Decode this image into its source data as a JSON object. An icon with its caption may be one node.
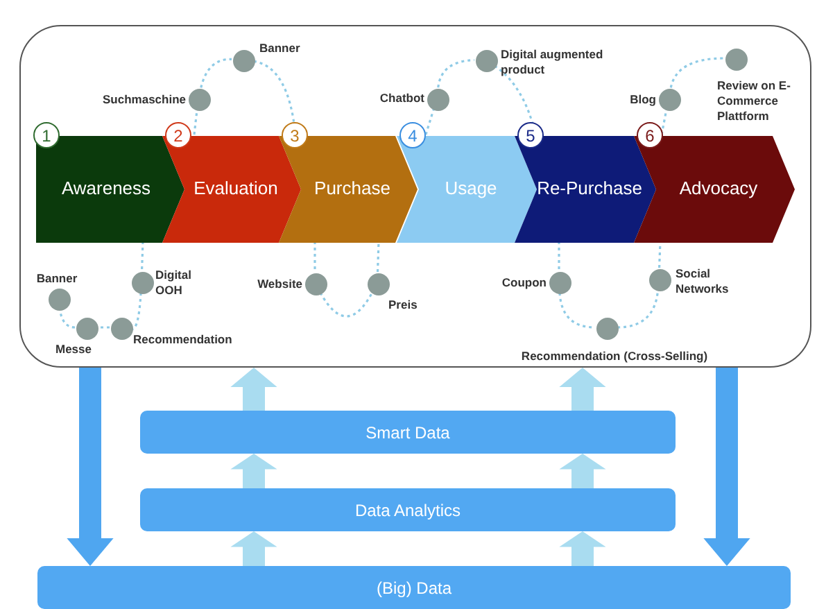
{
  "diagram": {
    "nodes": [
      {
        "text": [],
        "shape": "box"
      },
      {
        "text": [
          "Awareness"
        ],
        "beside": [
          "1"
        ],
        "in": 0
      },
      {
        "text": [
          "Evaluation"
        ],
        "beside": [
          "2"
        ],
        "in": 0
      },
      {
        "text": [
          "Purchase"
        ],
        "beside": [
          "3"
        ],
        "in": 0
      },
      {
        "text": [
          "Usage"
        ],
        "beside": [
          "4"
        ],
        "in": 0
      },
      {
        "text": [
          "Re-Purchase"
        ],
        "beside": [
          "5"
        ],
        "in": 0
      },
      {
        "text": [
          "Advocacy"
        ],
        "beside": [
          "6"
        ],
        "in": 0
      },
      {
        "text": [
          "Suchmaschine"
        ],
        "in": 0
      },
      {
        "text": [
          "Banner"
        ],
        "in": 0
      },
      {
        "text": [
          "Chatbot"
        ],
        "in": 0
      },
      {
        "text": [
          "Digital augmented product"
        ],
        "in": 0
      },
      {
        "text": [
          "Blog"
        ],
        "in": 0
      },
      {
        "text": [
          "Review on E-Commerce Plattform"
        ],
        "in": 0
      },
      {
        "text": [
          "Banner"
        ],
        "in": 0
      },
      {
        "text": [
          "Messe"
        ],
        "in": 0
      },
      {
        "text": [
          "Recommendation"
        ],
        "in": 0
      },
      {
        "text": [
          "Digital OOH"
        ],
        "in": 0
      },
      {
        "text": [
          "Website"
        ],
        "in": 0
      },
      {
        "text": [
          "Preis"
        ],
        "in": 0
      },
      {
        "text": [
          "Coupon"
        ],
        "in": 0
      },
      {
        "text": [
          "Recommendation (Cross-Selling)"
        ],
        "in": 0
      },
      {
        "text": [
          "Social Networks"
        ],
        "in": 0
      },
      {
        "text": [
          "Smart Data"
        ]
      },
      {
        "text": [
          "Data Analytics"
        ]
      },
      {
        "text": [
          "(Big) Data"
        ]
      }
    ],
    "edges": [
      {
        "from": 2,
        "to": 7,
        "arrow": "none",
        "style": "dashed"
      },
      {
        "from": 7,
        "to": 8,
        "arrow": "none",
        "style": "dashed"
      },
      {
        "from": 8,
        "to": 3,
        "arrow": "none",
        "style": "dashed"
      },
      {
        "from": 4,
        "to": 9,
        "arrow": "none",
        "style": "dashed"
      },
      {
        "from": 9,
        "to": 10,
        "arrow": "none",
        "style": "dashed"
      },
      {
        "from": 10,
        "to": 5,
        "arrow": "none",
        "style": "dashed"
      },
      {
        "from": 6,
        "to": 11,
        "arrow": "none",
        "style": "dashed"
      },
      {
        "from": 11,
        "to": 12,
        "arrow": "none",
        "style": "dashed"
      },
      {
        "from": 1,
        "to": 16,
        "arrow": "none",
        "style": "dashed"
      },
      {
        "from": 16,
        "to": 15,
        "arrow": "none",
        "style": "dashed"
      },
      {
        "from": 15,
        "to": 14,
        "arrow": "none",
        "style": "dashed"
      },
      {
        "from": 14,
        "to": 13,
        "arrow": "none",
        "style": "dashed"
      },
      {
        "from": 3,
        "to": 17,
        "arrow": "none",
        "style": "dashed"
      },
      {
        "from": 17,
        "to": 18,
        "arrow": "none",
        "style": "dashed"
      },
      {
        "from": 18,
        "to": 3,
        "arrow": "none",
        "style": "dashed"
      },
      {
        "from": 5,
        "to": 19,
        "arrow": "none",
        "style": "dashed"
      },
      {
        "from": 19,
        "to": 20,
        "arrow": "none",
        "style": "dashed"
      },
      {
        "from": 20,
        "to": 21,
        "arrow": "none",
        "style": "dashed"
      },
      {
        "from": 21,
        "to": 6,
        "arrow": "none",
        "style": "dashed"
      },
      {
        "from": 0,
        "to": 24,
        "arrow": "to",
        "style": "thick",
        "color": "#4fa6f0"
      },
      {
        "from": 0,
        "to": 24,
        "arrow": "to",
        "style": "thick",
        "color": "#4fa6f0"
      },
      {
        "from": 24,
        "to": 23,
        "arrow": "to",
        "style": "thick",
        "color": "#a9dcf0"
      },
      {
        "from": 24,
        "to": 23,
        "arrow": "to",
        "style": "thick",
        "color": "#a9dcf0"
      },
      {
        "from": 23,
        "to": 22,
        "arrow": "to",
        "style": "thick",
        "color": "#a9dcf0"
      },
      {
        "from": 23,
        "to": 22,
        "arrow": "to",
        "style": "thick",
        "color": "#a9dcf0"
      },
      {
        "from": 22,
        "to": 0,
        "arrow": "to",
        "style": "thick",
        "color": "#a9dcf0"
      },
      {
        "from": 22,
        "to": 0,
        "arrow": "to",
        "style": "thick",
        "color": "#a9dcf0"
      }
    ]
  }
}
